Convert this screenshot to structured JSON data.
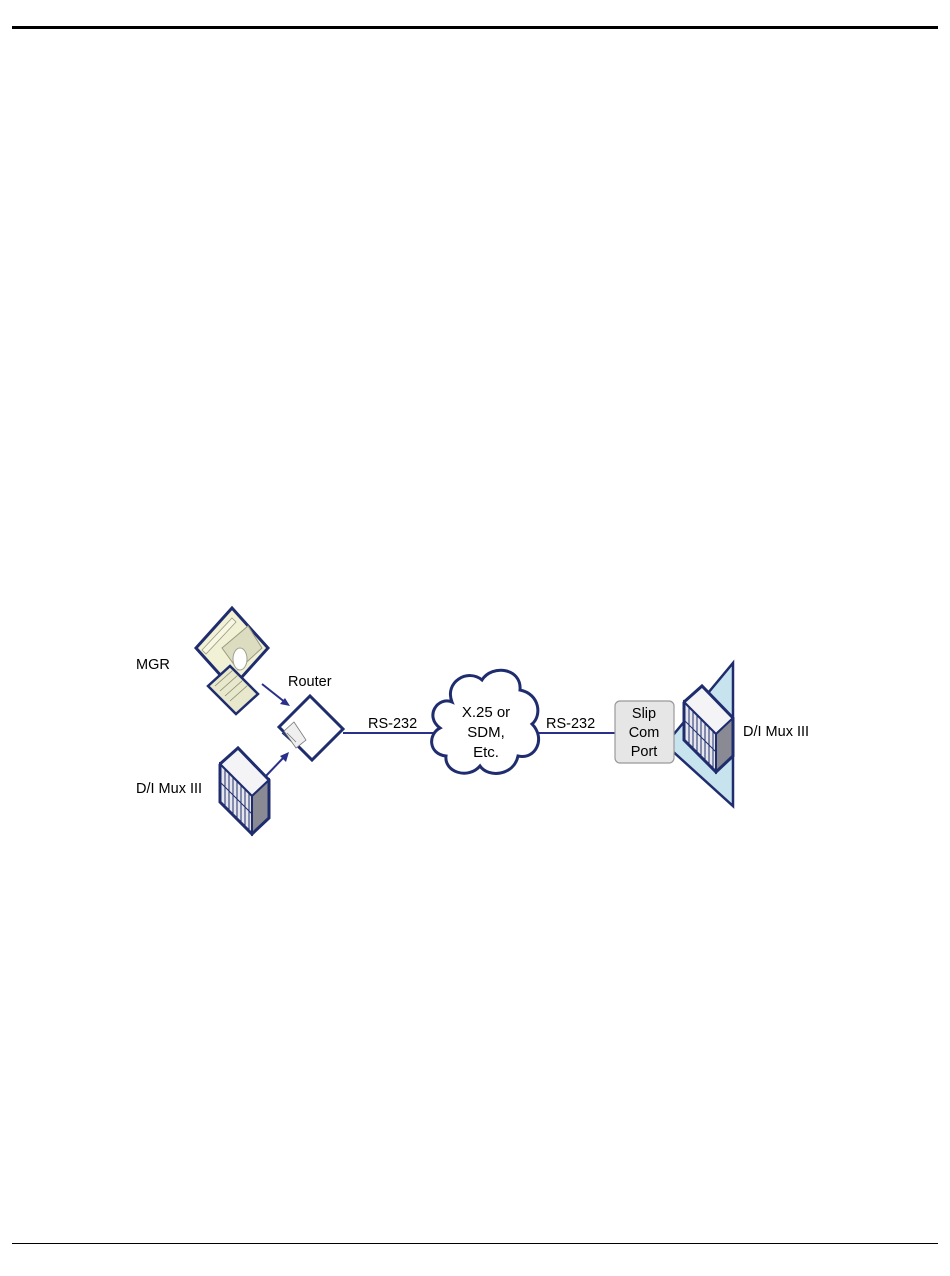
{
  "diagram": {
    "labels": {
      "mgr": "MGR",
      "router": "Router",
      "mux_left": "D/I Mux III",
      "mux_right": "D/I Mux III",
      "link_left": "RS-232",
      "link_right": "RS-232"
    },
    "cloud": {
      "line1": "X.25 or",
      "line2": "SDM,",
      "line3": "Etc."
    },
    "port": {
      "line1": "Slip",
      "line2": "Com",
      "line3": "Port"
    },
    "icons": {
      "manager": "workstation-icon",
      "router": "router-icon",
      "mux": "rack-mux-icon",
      "network": "cloud-icon"
    },
    "colors": {
      "outline": "#1f2d6e",
      "link": "#2a2f8a",
      "workstation_fill": "#f1f1d6",
      "rack_fill": "#e6e6ec",
      "rack_side": "#8a8a94",
      "plane_fill": "#c6e3ee",
      "port_fill": "#e6e6e6"
    }
  }
}
